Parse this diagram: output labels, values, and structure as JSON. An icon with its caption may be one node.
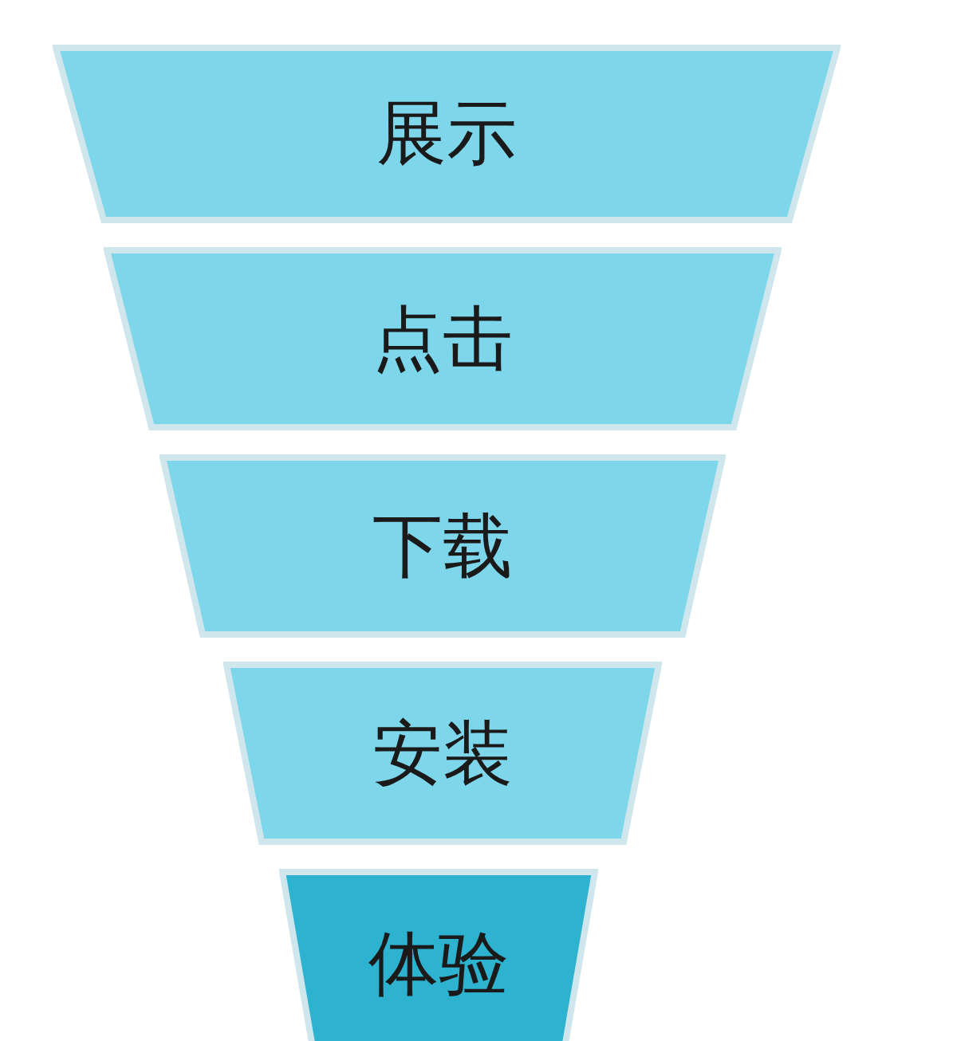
{
  "diagram": {
    "nodes": [
      {
        "text": [
          "展示"
        ]
      },
      {
        "text": [
          "点击"
        ]
      },
      {
        "text": [
          "下载"
        ]
      },
      {
        "text": [
          "安装"
        ]
      },
      {
        "text": [
          "体验"
        ]
      }
    ]
  }
}
